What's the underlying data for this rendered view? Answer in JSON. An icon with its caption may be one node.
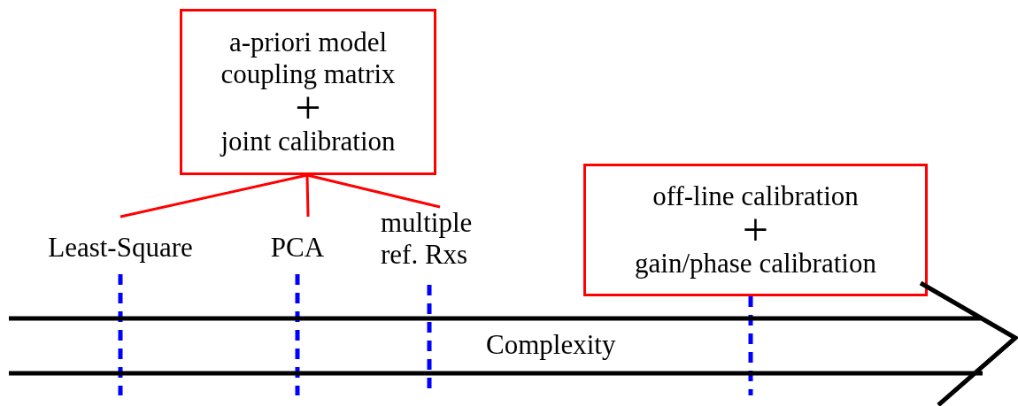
{
  "diagram": {
    "nodes": [
      {
        "text": [
          "a-priori model coupling matrix",
          "+",
          "joint calibration"
        ]
      },
      {
        "text": [
          "Least-Square"
        ]
      },
      {
        "text": [
          "PCA"
        ]
      },
      {
        "text": [
          "multiple ref. Rxs"
        ]
      },
      {
        "text": [
          "off-line calibration",
          "+",
          "gain/phase calibration"
        ]
      },
      {
        "text": [
          "Complexity"
        ]
      }
    ],
    "edges": [
      {
        "from": 0,
        "to": 1,
        "arrow": "none",
        "color": "#ff0000"
      },
      {
        "from": 0,
        "to": 2,
        "arrow": "none",
        "color": "#ff0000"
      },
      {
        "from": 0,
        "to": 3,
        "arrow": "none",
        "color": "#ff0000"
      },
      {
        "from": 1,
        "to": 5,
        "arrow": "none",
        "style": "dashed",
        "color": "#0000ff"
      },
      {
        "from": 2,
        "to": 5,
        "arrow": "none",
        "style": "dashed",
        "color": "#0000ff"
      },
      {
        "from": 3,
        "to": 5,
        "arrow": "none",
        "style": "dashed",
        "color": "#0000ff"
      },
      {
        "from": 4,
        "to": 5,
        "arrow": "none",
        "style": "dashed",
        "color": "#0000ff"
      }
    ]
  }
}
